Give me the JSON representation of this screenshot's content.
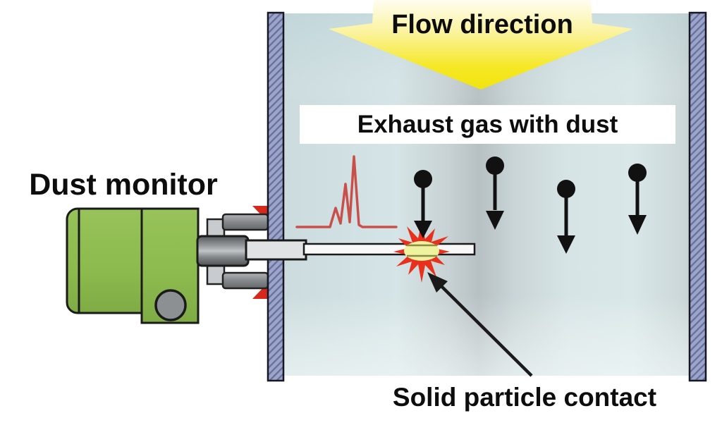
{
  "labels": {
    "dust_monitor": "Dust monitor",
    "flow_direction": "Flow direction",
    "exhaust_gas": "Exhaust gas with dust",
    "solid_particle_contact": "Solid particle contact"
  },
  "diagram": {
    "dust_particle_count": 4,
    "signal_peak_count": 3,
    "flow_direction": "downward"
  },
  "colors": {
    "monitor_body_green": "#8cba4e",
    "duct_wall_blue": "#9ba4ca",
    "duct_interior_blue": "#d5e4e6",
    "flow_arrow_yellow": "#f3e71d",
    "signal_spike_red": "#c9504a",
    "impact_burst_red": "#e8301c",
    "impact_center_yellow": "#eff29e",
    "particle_black": "#111111",
    "gasket_red": "#d7281c",
    "hardware_gray": "#85898c",
    "probe_light_gray": "#e0e2e3"
  }
}
